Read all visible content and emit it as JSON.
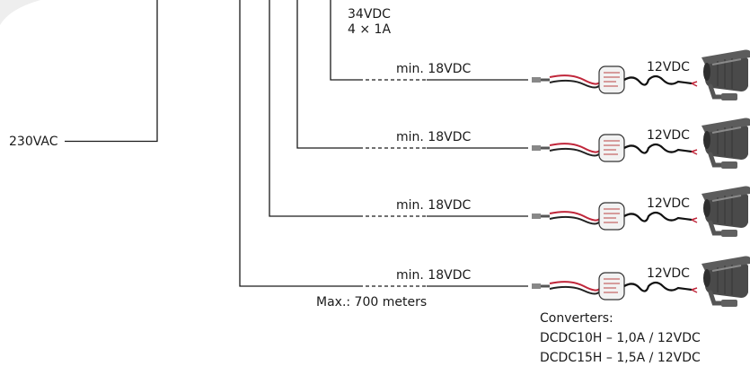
{
  "source": {
    "label": "230VAC"
  },
  "supply": {
    "voltage": "34VDC",
    "outputs": "4 × 1A"
  },
  "branches": [
    {
      "line_label": "min. 18VDC",
      "output_label": "12VDC"
    },
    {
      "line_label": "min. 18VDC",
      "output_label": "12VDC"
    },
    {
      "line_label": "min. 18VDC",
      "output_label": "12VDC"
    },
    {
      "line_label": "min. 18VDC",
      "output_label": "12VDC"
    }
  ],
  "distance": {
    "label": "Max.: 700 meters"
  },
  "converters": {
    "heading": "Converters:",
    "models": [
      "DCDC10H – 1,0A / 12VDC",
      "DCDC15H – 1,5A / 12VDC"
    ]
  },
  "colors": {
    "wire": "#1a1a1a",
    "cable_red": "#c0263a",
    "camera_body": "#4a4a4a",
    "module": "#f2f2f2"
  }
}
